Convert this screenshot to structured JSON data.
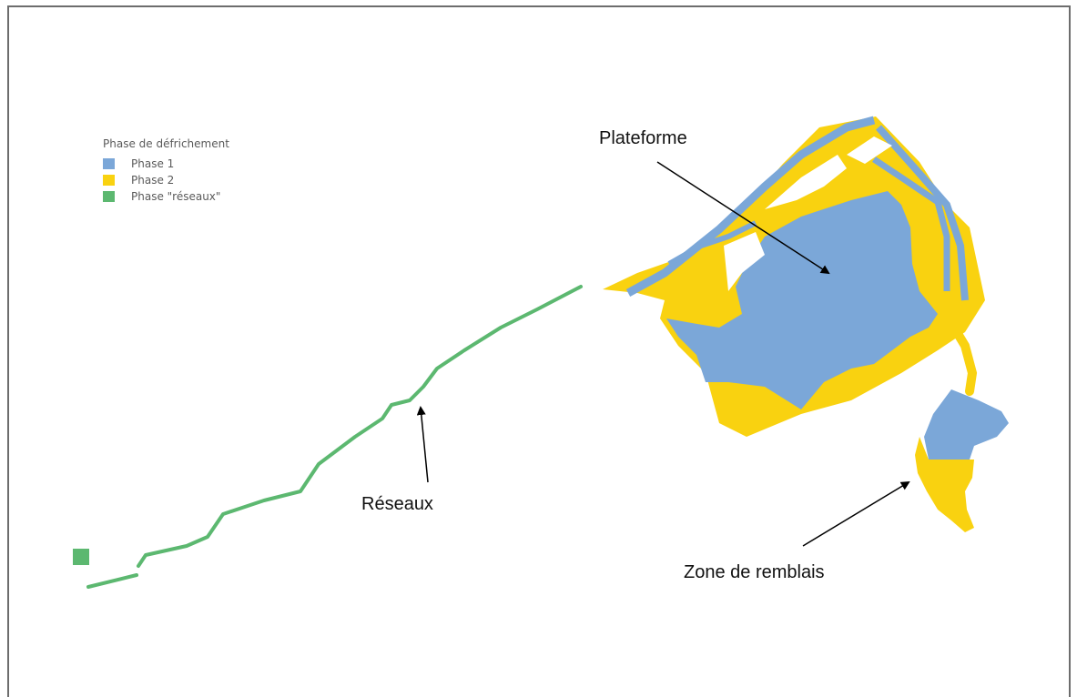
{
  "legend": {
    "title": "Phase de défrichement",
    "items": [
      {
        "label": "Phase 1",
        "color": "#7ba7d8"
      },
      {
        "label": "Phase 2",
        "color": "#f9d210"
      },
      {
        "label": "Phase \"réseaux\"",
        "color": "#5cb870"
      }
    ]
  },
  "annotations": {
    "plateforme": "Plateforme",
    "reseaux": "Réseaux",
    "remblais": "Zone de remblais"
  },
  "colors": {
    "phase1": "#7ba7d8",
    "phase2": "#f9d210",
    "reseaux": "#5cb870",
    "frame": "#6d6d6d",
    "arrow": "#000000"
  }
}
